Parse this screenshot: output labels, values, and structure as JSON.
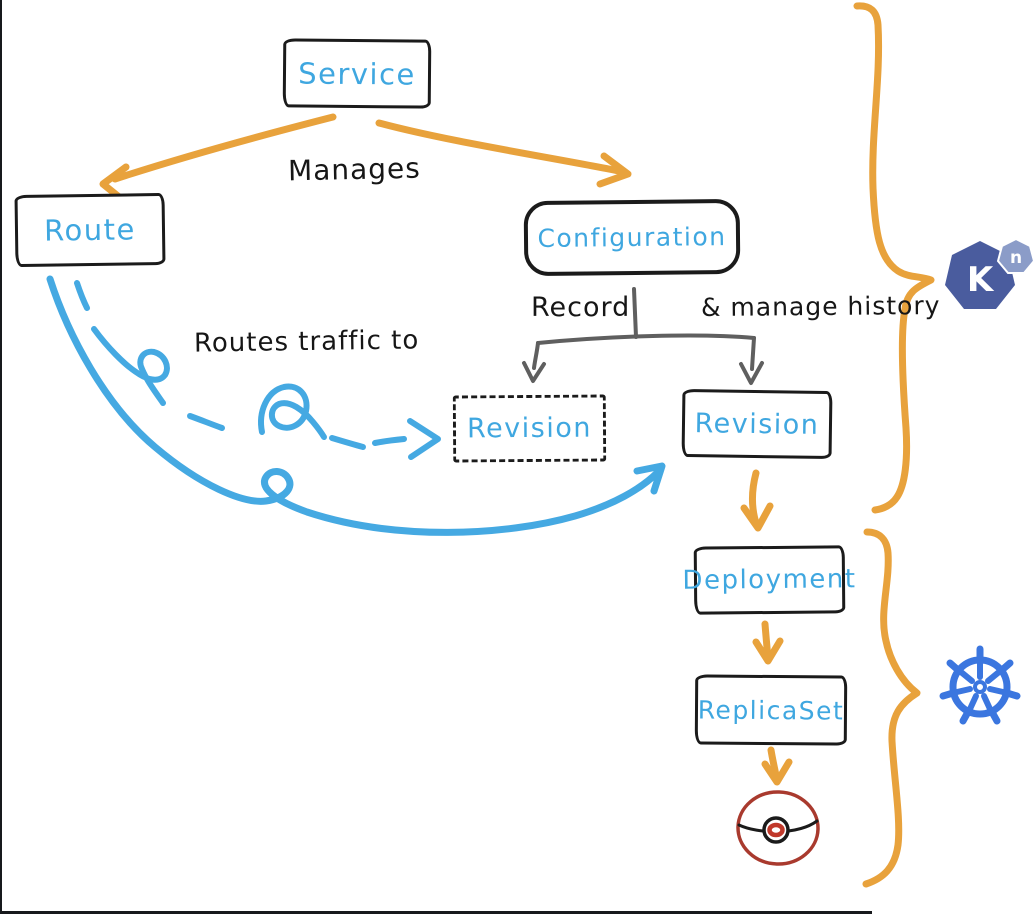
{
  "diagram": {
    "nodes": {
      "service": {
        "label": "Service"
      },
      "route": {
        "label": "Route"
      },
      "configuration": {
        "label": "Configuration"
      },
      "revision_planned": {
        "label": "Revision"
      },
      "revision_active": {
        "label": "Revision"
      },
      "deployment": {
        "label": "Deployment"
      },
      "replicaset": {
        "label": "ReplicaSet"
      }
    },
    "annotations": {
      "manages": "Manages",
      "routes_traffic": "Routes traffic to",
      "record": "Record",
      "manage_history": "& manage history"
    },
    "logos": {
      "knative": {
        "big_letter": "K",
        "small_letter": "n"
      },
      "kubernetes": {
        "icon": "helm-wheel"
      }
    },
    "icons": {
      "pod": "pod-circle"
    },
    "colors": {
      "handwriting_blue": "#3FA7E0",
      "stroke_blue": "#45A9E2",
      "orange": "#E8A23C",
      "ink_black": "#1B1B1B",
      "gray": "#5F5F5F",
      "pod_red": "#A93A2E",
      "knative_dark_blue": "#4A5C9E",
      "knative_light_blue": "#8B9CC8",
      "kubernetes_blue": "#3B76DF"
    }
  }
}
